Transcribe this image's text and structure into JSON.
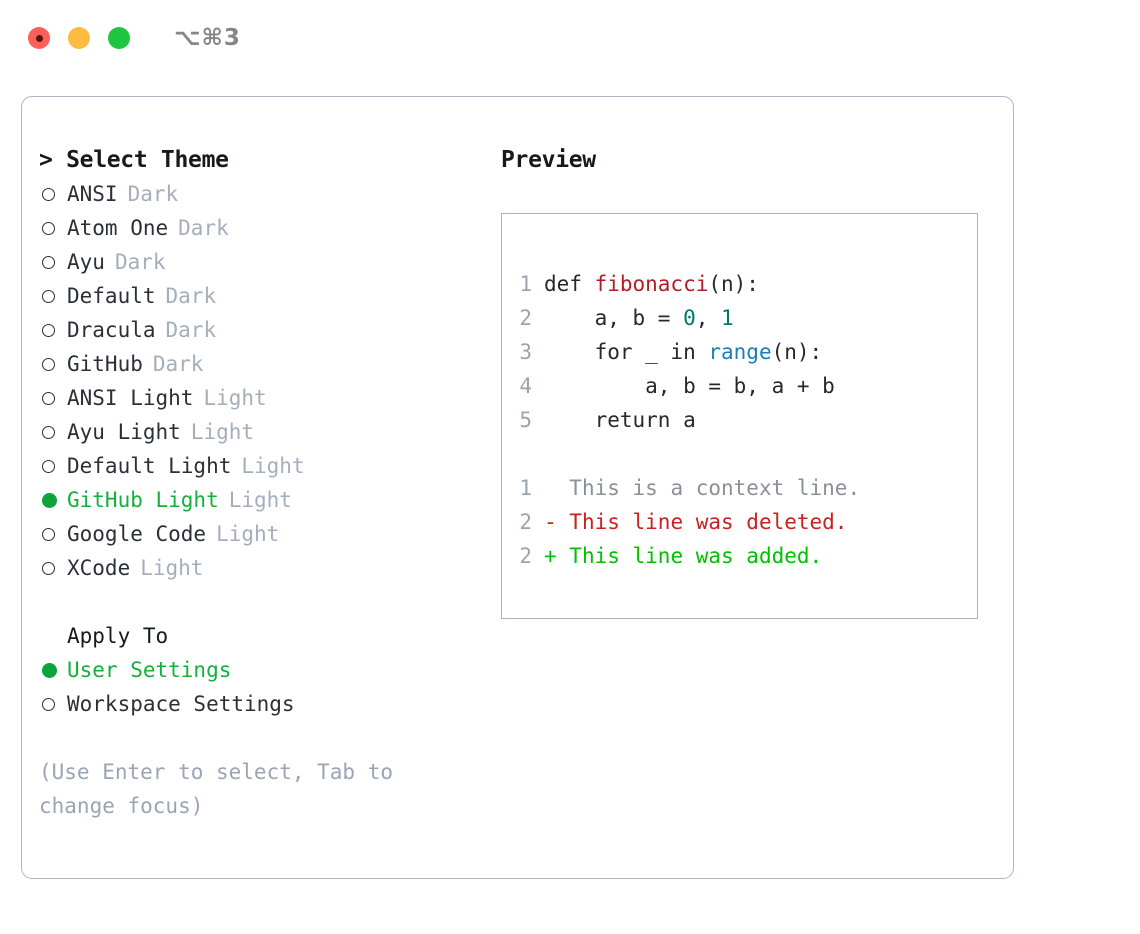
{
  "titlebar": {
    "shortcut": "⌥⌘3",
    "buttons": {
      "close": "close",
      "minimize": "minimize",
      "maximize": "maximize"
    }
  },
  "theme_selector": {
    "header": "> Select Theme",
    "items": [
      {
        "name": "ANSI",
        "variant": "Dark",
        "selected": false
      },
      {
        "name": "Atom One",
        "variant": "Dark",
        "selected": false
      },
      {
        "name": "Ayu",
        "variant": "Dark",
        "selected": false
      },
      {
        "name": "Default",
        "variant": "Dark",
        "selected": false
      },
      {
        "name": "Dracula",
        "variant": "Dark",
        "selected": false
      },
      {
        "name": "GitHub",
        "variant": "Dark",
        "selected": false
      },
      {
        "name": "ANSI Light",
        "variant": "Light",
        "selected": false
      },
      {
        "name": "Ayu Light",
        "variant": "Light",
        "selected": false
      },
      {
        "name": "Default Light",
        "variant": "Light",
        "selected": false
      },
      {
        "name": "GitHub Light",
        "variant": "Light",
        "selected": true
      },
      {
        "name": "Google Code",
        "variant": "Light",
        "selected": false
      },
      {
        "name": "XCode",
        "variant": "Light",
        "selected": false
      }
    ]
  },
  "apply_to": {
    "header": "Apply To",
    "options": [
      {
        "label": "User Settings",
        "selected": true
      },
      {
        "label": "Workspace Settings",
        "selected": false
      }
    ]
  },
  "hint": "(Use Enter to select, Tab to change focus)",
  "preview": {
    "title": "Preview",
    "code_lines": [
      {
        "num": "1",
        "segments": [
          {
            "t": "def ",
            "c": "code-text"
          },
          {
            "t": "fibonacci",
            "c": "tok-fn"
          },
          {
            "t": "(n):",
            "c": "code-text"
          }
        ]
      },
      {
        "num": "2",
        "segments": [
          {
            "t": "    a, b = ",
            "c": "code-text"
          },
          {
            "t": "0",
            "c": "tok-num"
          },
          {
            "t": ", ",
            "c": "code-text"
          },
          {
            "t": "1",
            "c": "tok-num"
          }
        ]
      },
      {
        "num": "3",
        "segments": [
          {
            "t": "    for _ in ",
            "c": "code-text"
          },
          {
            "t": "range",
            "c": "tok-bi"
          },
          {
            "t": "(n):",
            "c": "code-text"
          }
        ]
      },
      {
        "num": "4",
        "segments": [
          {
            "t": "        a, b = b, a + b",
            "c": "code-text"
          }
        ]
      },
      {
        "num": "5",
        "segments": [
          {
            "t": "    return a",
            "c": "code-text"
          }
        ]
      }
    ],
    "diff_lines": [
      {
        "num": "1",
        "marker": " ",
        "text": " This is a context line.",
        "kind": "diff-context"
      },
      {
        "num": "2",
        "marker": "-",
        "text": " This line was deleted.",
        "kind": "diff-del"
      },
      {
        "num": "2",
        "marker": "+",
        "text": " This line was added.",
        "kind": "diff-add"
      }
    ]
  },
  "colors": {
    "selected_green": "#14b03c",
    "bullet_green": "#0ca43b",
    "variant_gray": "#a5aebb",
    "hint_gray": "#9aa4b5",
    "gutter_gray": "#9aa4b0",
    "code_fg": "#24292e",
    "fn_red": "#b31d28",
    "num_teal": "#00796b",
    "builtin_blue": "#1a7fbd",
    "diff_context_gray": "#8b9098",
    "diff_del_red": "#c9211e",
    "diff_add_green": "#00c000",
    "panel_border": "#aeb6c4",
    "preview_border": "#a8b0bc"
  }
}
